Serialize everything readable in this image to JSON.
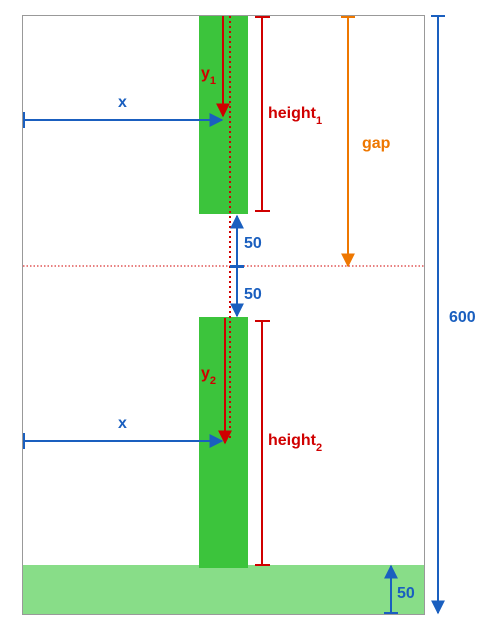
{
  "labels": {
    "x_top": "x",
    "x_bottom": "x",
    "y1": "y",
    "y1_sub": "1",
    "y2": "y",
    "y2_sub": "2",
    "height1": "height",
    "height1_sub": "1",
    "height2": "height",
    "height2_sub": "2",
    "gap": "gap",
    "gap_above_mid": "50",
    "gap_below_mid": "50",
    "total_height": "600",
    "ground_height": "50"
  },
  "colors": {
    "pipe": "#3cc43c",
    "ground": "#88dd88",
    "red": "#d00000",
    "blue": "#1a5fbf",
    "orange": "#ee7700",
    "frame": "#999999"
  }
}
